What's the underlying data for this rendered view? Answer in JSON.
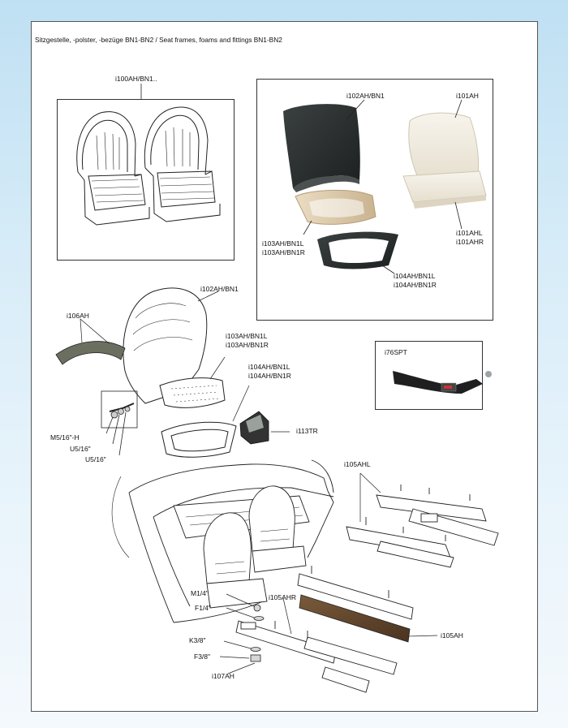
{
  "page": {
    "title": "Sitzgestelle, -polster, -bezüge BN1-BN2 / Seat frames, foams and fittings BN1-BN2"
  },
  "labels": {
    "i100ah": "i100AH/BN1..",
    "i102ah_box": "i102AH/BN1",
    "i101ah": "i101AH",
    "i101ahl": "i101AHL",
    "i101ahr": "i101AHR",
    "i103ahl_box": "i103AH/BN1L",
    "i103ahr_box": "i103AH/BN1R",
    "i104ahl_box": "i104AH/BN1L",
    "i104ahr_box": "i104AH/BN1R",
    "i102ah": "i102AH/BN1",
    "i106ah": "i106AH",
    "i103ahl": "i103AH/BN1L",
    "i103ahr": "i103AH/BN1R",
    "i104ahl": "i104AH/BN1L",
    "i104ahr": "i104AH/BN1R",
    "i76spt": "i76SPT",
    "i113tr": "i113TR",
    "m5": "M5/16\"-H",
    "u5a": "U5/16\"",
    "u5b": "U5/16\"",
    "i105ahl": "i105AHL",
    "m14": "M1/4\"",
    "f14": "F1/4\"",
    "i105ahr": "i105AHR",
    "k38": "K3/8\"",
    "f38": "F3/8\"",
    "i105ah": "i105AH",
    "i107ah": "i107AH"
  },
  "colors": {
    "accent_background": "#bfe0f3",
    "frame_dark": "#2b2f2f",
    "foam": "#f1ece1",
    "strap": "#1f1f1f"
  }
}
